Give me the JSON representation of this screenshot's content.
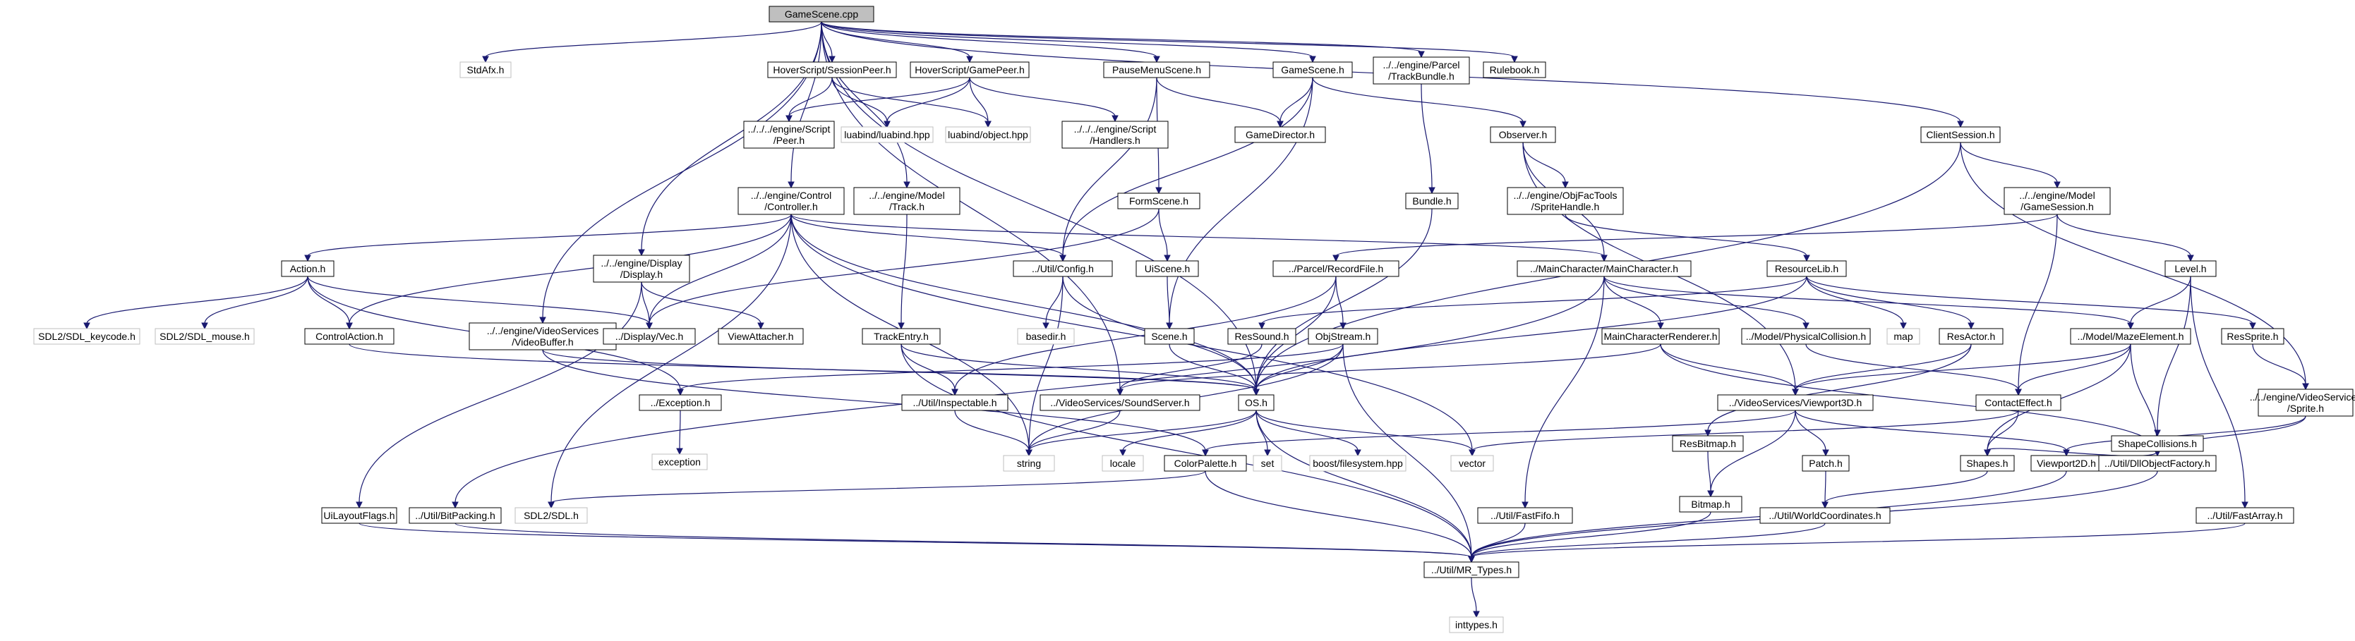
{
  "graph": {
    "colors": {
      "edge": "#191970",
      "root_fill": "#bfbfbf",
      "system_border": "#bfbfbf",
      "node_border": "#000000"
    },
    "nodes": [
      {
        "id": "gamescene_cpp",
        "lines": [
          "GameScene.cpp"
        ],
        "kind": "root"
      },
      {
        "id": "stdafx",
        "lines": [
          "StdAfx.h"
        ],
        "kind": "system"
      },
      {
        "id": "hs_sessionpeer",
        "lines": [
          "HoverScript/SessionPeer.h"
        ],
        "kind": "file"
      },
      {
        "id": "hs_gamepeer",
        "lines": [
          "HoverScript/GamePeer.h"
        ],
        "kind": "file"
      },
      {
        "id": "pausemenu",
        "lines": [
          "PauseMenuScene.h"
        ],
        "kind": "file"
      },
      {
        "id": "gamescene_h",
        "lines": [
          "GameScene.h"
        ],
        "kind": "file"
      },
      {
        "id": "trackbundle",
        "lines": [
          "../../engine/Parcel",
          "/TrackBundle.h"
        ],
        "kind": "file"
      },
      {
        "id": "rulebook",
        "lines": [
          "Rulebook.h"
        ],
        "kind": "file"
      },
      {
        "id": "script_peer",
        "lines": [
          "../../../engine/Script",
          "/Peer.h"
        ],
        "kind": "file"
      },
      {
        "id": "luabind",
        "lines": [
          "luabind/luabind.hpp"
        ],
        "kind": "system"
      },
      {
        "id": "luaobject",
        "lines": [
          "luabind/object.hpp"
        ],
        "kind": "system"
      },
      {
        "id": "script_handlers",
        "lines": [
          "../../../engine/Script",
          "/Handlers.h"
        ],
        "kind": "file"
      },
      {
        "id": "gamedirector",
        "lines": [
          "GameDirector.h"
        ],
        "kind": "file"
      },
      {
        "id": "observer",
        "lines": [
          "Observer.h"
        ],
        "kind": "file"
      },
      {
        "id": "clientsession",
        "lines": [
          "ClientSession.h"
        ],
        "kind": "file"
      },
      {
        "id": "control",
        "lines": [
          "../../engine/Control",
          "/Controller.h"
        ],
        "kind": "file"
      },
      {
        "id": "model_track",
        "lines": [
          "../../engine/Model",
          "/Track.h"
        ],
        "kind": "file"
      },
      {
        "id": "formscene",
        "lines": [
          "FormScene.h"
        ],
        "kind": "file"
      },
      {
        "id": "bundle",
        "lines": [
          "Bundle.h"
        ],
        "kind": "file"
      },
      {
        "id": "spritehandle",
        "lines": [
          "../../engine/ObjFacTools",
          "/SpriteHandle.h"
        ],
        "kind": "file"
      },
      {
        "id": "gamesession",
        "lines": [
          "../../engine/Model",
          "/GameSession.h"
        ],
        "kind": "file"
      },
      {
        "id": "action",
        "lines": [
          "Action.h"
        ],
        "kind": "file"
      },
      {
        "id": "display_display",
        "lines": [
          "../../engine/Display",
          "/Display.h"
        ],
        "kind": "file"
      },
      {
        "id": "util_config",
        "lines": [
          "../Util/Config.h"
        ],
        "kind": "file"
      },
      {
        "id": "uiscene",
        "lines": [
          "UiScene.h"
        ],
        "kind": "file"
      },
      {
        "id": "recordfile",
        "lines": [
          "../Parcel/RecordFile.h"
        ],
        "kind": "file"
      },
      {
        "id": "maincharacter",
        "lines": [
          "../MainCharacter/MainCharacter.h"
        ],
        "kind": "file"
      },
      {
        "id": "resourcelib",
        "lines": [
          "ResourceLib.h"
        ],
        "kind": "file"
      },
      {
        "id": "level",
        "lines": [
          "Level.h"
        ],
        "kind": "file"
      },
      {
        "id": "sdl_keycode",
        "lines": [
          "SDL2/SDL_keycode.h"
        ],
        "kind": "system"
      },
      {
        "id": "sdl_mouse",
        "lines": [
          "SDL2/SDL_mouse.h"
        ],
        "kind": "system"
      },
      {
        "id": "controlaction",
        "lines": [
          "ControlAction.h"
        ],
        "kind": "file"
      },
      {
        "id": "videobuffer",
        "lines": [
          "../../engine/VideoServices",
          "/VideoBuffer.h"
        ],
        "kind": "file"
      },
      {
        "id": "display_vec",
        "lines": [
          "../Display/Vec.h"
        ],
        "kind": "file"
      },
      {
        "id": "viewattacher",
        "lines": [
          "ViewAttacher.h"
        ],
        "kind": "file"
      },
      {
        "id": "trackentry",
        "lines": [
          "TrackEntry.h"
        ],
        "kind": "file"
      },
      {
        "id": "basedir",
        "lines": [
          "basedir.h"
        ],
        "kind": "system"
      },
      {
        "id": "scene",
        "lines": [
          "Scene.h"
        ],
        "kind": "file"
      },
      {
        "id": "ressound",
        "lines": [
          "ResSound.h"
        ],
        "kind": "file"
      },
      {
        "id": "objstream",
        "lines": [
          "ObjStream.h"
        ],
        "kind": "file"
      },
      {
        "id": "mcrenderer",
        "lines": [
          "MainCharacterRenderer.h"
        ],
        "kind": "file"
      },
      {
        "id": "physcollision",
        "lines": [
          "../Model/PhysicalCollision.h"
        ],
        "kind": "file"
      },
      {
        "id": "map",
        "lines": [
          "map"
        ],
        "kind": "system"
      },
      {
        "id": "resactor",
        "lines": [
          "ResActor.h"
        ],
        "kind": "file"
      },
      {
        "id": "mazeelement",
        "lines": [
          "../Model/MazeElement.h"
        ],
        "kind": "file"
      },
      {
        "id": "ressprite",
        "lines": [
          "ResSprite.h"
        ],
        "kind": "file"
      },
      {
        "id": "exception_h",
        "lines": [
          "../Exception.h"
        ],
        "kind": "file"
      },
      {
        "id": "inspectable",
        "lines": [
          "../Util/Inspectable.h"
        ],
        "kind": "file"
      },
      {
        "id": "soundserver",
        "lines": [
          "../VideoServices/SoundServer.h"
        ],
        "kind": "file"
      },
      {
        "id": "os",
        "lines": [
          "OS.h"
        ],
        "kind": "file"
      },
      {
        "id": "viewport3d",
        "lines": [
          "../VideoServices/Viewport3D.h"
        ],
        "kind": "file"
      },
      {
        "id": "resbitmap",
        "lines": [
          "ResBitmap.h"
        ],
        "kind": "file"
      },
      {
        "id": "contacteffect",
        "lines": [
          "ContactEffect.h"
        ],
        "kind": "file"
      },
      {
        "id": "shapecollisions",
        "lines": [
          "ShapeCollisions.h"
        ],
        "kind": "file"
      },
      {
        "id": "vs_sprite",
        "lines": [
          "../../engine/VideoServices",
          "/Sprite.h"
        ],
        "kind": "file"
      },
      {
        "id": "exception",
        "lines": [
          "exception"
        ],
        "kind": "system"
      },
      {
        "id": "string",
        "lines": [
          "string"
        ],
        "kind": "system"
      },
      {
        "id": "locale",
        "lines": [
          "locale"
        ],
        "kind": "system"
      },
      {
        "id": "colorpalette",
        "lines": [
          "ColorPalette.h"
        ],
        "kind": "file"
      },
      {
        "id": "set",
        "lines": [
          "set"
        ],
        "kind": "system"
      },
      {
        "id": "boostfs",
        "lines": [
          "boost/filesystem.hpp"
        ],
        "kind": "system"
      },
      {
        "id": "vector",
        "lines": [
          "vector"
        ],
        "kind": "system"
      },
      {
        "id": "bitmap",
        "lines": [
          "Bitmap.h"
        ],
        "kind": "file"
      },
      {
        "id": "patch",
        "lines": [
          "Patch.h"
        ],
        "kind": "file"
      },
      {
        "id": "shapes",
        "lines": [
          "Shapes.h"
        ],
        "kind": "file"
      },
      {
        "id": "viewport2d",
        "lines": [
          "Viewport2D.h"
        ],
        "kind": "file"
      },
      {
        "id": "dllobjfactory",
        "lines": [
          "../Util/DllObjectFactory.h"
        ],
        "kind": "file"
      },
      {
        "id": "uilayoutflags",
        "lines": [
          "UiLayoutFlags.h"
        ],
        "kind": "file"
      },
      {
        "id": "bitpacking",
        "lines": [
          "../Util/BitPacking.h"
        ],
        "kind": "file"
      },
      {
        "id": "sdl_h",
        "lines": [
          "SDL2/SDL.h"
        ],
        "kind": "system"
      },
      {
        "id": "fastfifo",
        "lines": [
          "../Util/FastFifo.h"
        ],
        "kind": "file"
      },
      {
        "id": "worldcoords",
        "lines": [
          "../Util/WorldCoordinates.h"
        ],
        "kind": "file"
      },
      {
        "id": "fastarray",
        "lines": [
          "../Util/FastArray.h"
        ],
        "kind": "file"
      },
      {
        "id": "mr_types",
        "lines": [
          "../Util/MR_Types.h"
        ],
        "kind": "file"
      },
      {
        "id": "inttypes",
        "lines": [
          "inttypes.h"
        ],
        "kind": "system"
      }
    ],
    "edges": [
      [
        "gamescene_cpp",
        "stdafx"
      ],
      [
        "gamescene_cpp",
        "hs_sessionpeer"
      ],
      [
        "gamescene_cpp",
        "hs_gamepeer"
      ],
      [
        "gamescene_cpp",
        "pausemenu"
      ],
      [
        "gamescene_cpp",
        "gamescene_h"
      ],
      [
        "gamescene_cpp",
        "trackbundle"
      ],
      [
        "gamescene_cpp",
        "rulebook"
      ],
      [
        "gamescene_cpp",
        "clientsession"
      ],
      [
        "gamescene_cpp",
        "control"
      ],
      [
        "gamescene_cpp",
        "model_track"
      ],
      [
        "gamescene_cpp",
        "display_display"
      ],
      [
        "gamescene_cpp",
        "videobuffer"
      ],
      [
        "gamescene_cpp",
        "soundserver"
      ],
      [
        "gamescene_cpp",
        "os"
      ],
      [
        "hs_sessionpeer",
        "script_peer"
      ],
      [
        "hs_sessionpeer",
        "luabind"
      ],
      [
        "hs_sessionpeer",
        "luaobject"
      ],
      [
        "hs_gamepeer",
        "script_peer"
      ],
      [
        "hs_gamepeer",
        "luabind"
      ],
      [
        "hs_gamepeer",
        "luaobject"
      ],
      [
        "hs_gamepeer",
        "script_handlers"
      ],
      [
        "pausemenu",
        "gamedirector"
      ],
      [
        "pausemenu",
        "formscene"
      ],
      [
        "pausemenu",
        "util_config"
      ],
      [
        "gamescene_h",
        "gamedirector"
      ],
      [
        "gamescene_h",
        "observer"
      ],
      [
        "gamescene_h",
        "util_config"
      ],
      [
        "gamescene_h",
        "scene"
      ],
      [
        "trackbundle",
        "bundle"
      ],
      [
        "bundle",
        "os"
      ],
      [
        "observer",
        "spritehandle"
      ],
      [
        "observer",
        "maincharacter"
      ],
      [
        "observer",
        "viewport3d"
      ],
      [
        "spritehandle",
        "resourcelib"
      ],
      [
        "clientsession",
        "gamesession"
      ],
      [
        "clientsession",
        "os"
      ],
      [
        "clientsession",
        "vs_sprite"
      ],
      [
        "control",
        "action"
      ],
      [
        "control",
        "controlaction"
      ],
      [
        "control",
        "util_config"
      ],
      [
        "control",
        "maincharacter"
      ],
      [
        "control",
        "os"
      ],
      [
        "control",
        "vector"
      ],
      [
        "control",
        "string"
      ],
      [
        "control",
        "display_vec"
      ],
      [
        "control",
        "sdl_h"
      ],
      [
        "model_track",
        "trackentry"
      ],
      [
        "formscene",
        "uiscene"
      ],
      [
        "formscene",
        "display_vec"
      ],
      [
        "uiscene",
        "scene"
      ],
      [
        "scene",
        "os"
      ],
      [
        "gamesession",
        "recordfile"
      ],
      [
        "gamesession",
        "level"
      ],
      [
        "gamesession",
        "contacteffect"
      ],
      [
        "action",
        "sdl_keycode"
      ],
      [
        "action",
        "sdl_mouse"
      ],
      [
        "action",
        "controlaction"
      ],
      [
        "action",
        "display_vec"
      ],
      [
        "action",
        "exception_h"
      ],
      [
        "display_display",
        "display_vec"
      ],
      [
        "display_display",
        "viewattacher"
      ],
      [
        "display_display",
        "uilayoutflags"
      ],
      [
        "util_config",
        "basedir"
      ],
      [
        "util_config",
        "os"
      ],
      [
        "util_config",
        "string"
      ],
      [
        "recordfile",
        "objstream"
      ],
      [
        "recordfile",
        "os"
      ],
      [
        "recordfile",
        "inspectable"
      ],
      [
        "maincharacter",
        "mcrenderer"
      ],
      [
        "maincharacter",
        "physcollision"
      ],
      [
        "maincharacter",
        "mazeelement"
      ],
      [
        "maincharacter",
        "fastfifo"
      ],
      [
        "maincharacter",
        "bitpacking"
      ],
      [
        "resourcelib",
        "ressound"
      ],
      [
        "resourcelib",
        "map"
      ],
      [
        "resourcelib",
        "resactor"
      ],
      [
        "resourcelib",
        "ressprite"
      ],
      [
        "resourcelib",
        "os"
      ],
      [
        "level",
        "mazeelement"
      ],
      [
        "level",
        "shapecollisions"
      ],
      [
        "level",
        "fastarray"
      ],
      [
        "controlaction",
        "os"
      ],
      [
        "videobuffer",
        "os"
      ],
      [
        "videobuffer",
        "colorpalette"
      ],
      [
        "trackentry",
        "inspectable"
      ],
      [
        "trackentry",
        "os"
      ],
      [
        "trackentry",
        "mr_types"
      ],
      [
        "ressound",
        "soundserver"
      ],
      [
        "objstream",
        "os"
      ],
      [
        "objstream",
        "mr_types"
      ],
      [
        "objstream",
        "exception_h"
      ],
      [
        "objstream",
        "string"
      ],
      [
        "mcrenderer",
        "viewport3d"
      ],
      [
        "mcrenderer",
        "soundserver"
      ],
      [
        "mcrenderer",
        "dllobjfactory"
      ],
      [
        "physcollision",
        "contacteffect"
      ],
      [
        "resactor",
        "viewport3d"
      ],
      [
        "resactor",
        "resbitmap"
      ],
      [
        "mazeelement",
        "contacteffect"
      ],
      [
        "mazeelement",
        "shapes"
      ],
      [
        "mazeelement",
        "dllobjfactory"
      ],
      [
        "mazeelement",
        "viewport3d"
      ],
      [
        "ressprite",
        "vs_sprite"
      ],
      [
        "exception_h",
        "exception"
      ],
      [
        "inspectable",
        "string"
      ],
      [
        "soundserver",
        "string"
      ],
      [
        "os",
        "string"
      ],
      [
        "os",
        "locale"
      ],
      [
        "os",
        "set"
      ],
      [
        "os",
        "boostfs"
      ],
      [
        "os",
        "vector"
      ],
      [
        "os",
        "mr_types"
      ],
      [
        "viewport3d",
        "bitmap"
      ],
      [
        "viewport3d",
        "patch"
      ],
      [
        "viewport3d",
        "viewport2d"
      ],
      [
        "viewport3d",
        "colorpalette"
      ],
      [
        "resbitmap",
        "bitmap"
      ],
      [
        "contacteffect",
        "shapes"
      ],
      [
        "contacteffect",
        "vector"
      ],
      [
        "shapecollisions",
        "shapes"
      ],
      [
        "vs_sprite",
        "viewport2d"
      ],
      [
        "vs_sprite",
        "dllobjfactory"
      ],
      [
        "colorpalette",
        "sdl_h"
      ],
      [
        "colorpalette",
        "mr_types"
      ],
      [
        "bitmap",
        "mr_types"
      ],
      [
        "patch",
        "worldcoords"
      ],
      [
        "shapes",
        "worldcoords"
      ],
      [
        "viewport2d",
        "mr_types"
      ],
      [
        "dllobjfactory",
        "mr_types"
      ],
      [
        "uilayoutflags",
        "mr_types"
      ],
      [
        "bitpacking",
        "mr_types"
      ],
      [
        "fastfifo",
        "mr_types"
      ],
      [
        "worldcoords",
        "mr_types"
      ],
      [
        "fastarray",
        "mr_types"
      ],
      [
        "mr_types",
        "inttypes"
      ]
    ]
  }
}
